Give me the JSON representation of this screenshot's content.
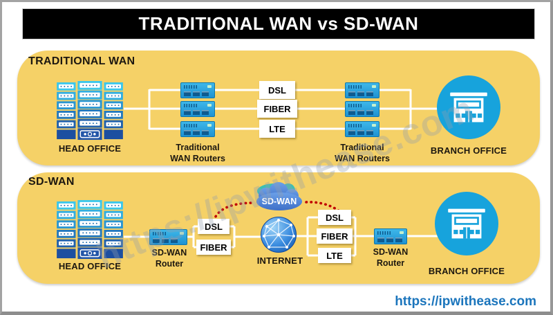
{
  "title": "TRADITIONAL WAN vs SD-WAN",
  "watermark": "https://ipwithease.com",
  "footer": {
    "url": "https://ipwithease.com"
  },
  "colors": {
    "panel_yellow": "#F5D167",
    "title_bar_bg": "#000000",
    "router_blue": "#2AA6DF",
    "node_circle_blue": "#17A3DC",
    "cloud_blue": "#4E7FD0",
    "cloud_teal": "#3CBFB3",
    "globe_blue": "#2F7CD6",
    "connector_white": "#FFFFFF",
    "sdwan_path_red": "#C00000",
    "footer_link_blue": "#1B75BC"
  },
  "icons": {
    "head_office": "server-rack-icon",
    "router": "wan-router-icon",
    "branch_office": "storefront-building-icon",
    "internet": "globe-network-icon",
    "sdwan_cloud": "cloud-icon"
  },
  "traditional": {
    "label": "TRADITIONAL WAN",
    "head_office_label": "HEAD OFFICE",
    "left_routers_label": [
      "Traditional",
      "WAN Routers"
    ],
    "right_routers_label": [
      "Traditional",
      "WAN Routers"
    ],
    "links": [
      "DSL",
      "FIBER",
      "LTE"
    ],
    "branch_office_label": "BRANCH OFFICE"
  },
  "sdwan": {
    "label": "SD-WAN",
    "head_office_label": "HEAD OFFICE",
    "left_router_label": [
      "SD-WAN",
      "Router"
    ],
    "right_router_label": [
      "SD-WAN",
      "Router"
    ],
    "left_links": [
      "DSL",
      "FIBER"
    ],
    "right_links": [
      "DSL",
      "FIBER",
      "LTE"
    ],
    "cloud_label": "SD-WAN",
    "internet_label": "INTERNET",
    "branch_office_label": "BRANCH OFFICE"
  }
}
